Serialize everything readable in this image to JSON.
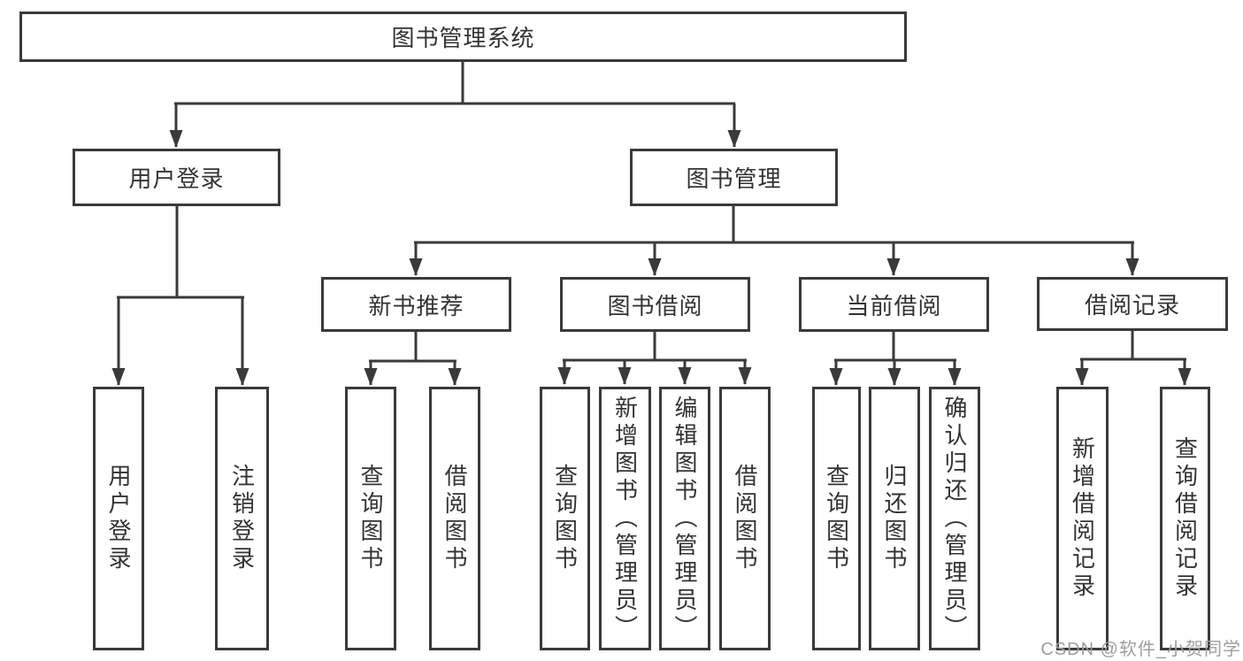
{
  "diagram": {
    "root_label": "图书管理系统",
    "branches": {
      "user_login": {
        "label": "用户登录",
        "children": [
          "用户登录",
          "注销登录"
        ]
      },
      "book_mgmt": {
        "label": "图书管理",
        "sections": {
          "new_book_rec": {
            "label": "新书推荐",
            "children": [
              "查询图书",
              "借阅图书"
            ]
          },
          "book_borrow": {
            "label": "图书借阅",
            "children": [
              "查询图书",
              "新增图书（管理员）",
              "编辑图书（管理员）",
              "借阅图书"
            ]
          },
          "current_borrow": {
            "label": "当前借阅",
            "children": [
              "查询图书",
              "归还图书",
              "确认归还（管理员）"
            ]
          },
          "borrow_records": {
            "label": "借阅记录",
            "children": [
              "新增借阅记录",
              "查询借阅记录"
            ]
          }
        }
      }
    },
    "watermark": "CSDN @软件_小贺同学",
    "colors": {
      "line": "#3a3a3a",
      "text": "#333333",
      "box_background": "#ffffff",
      "watermark": "#9e9e9e"
    }
  }
}
